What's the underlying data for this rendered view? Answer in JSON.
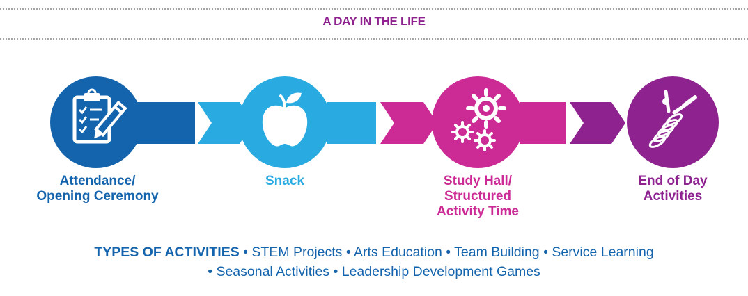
{
  "title": "A DAY IN THE LIFE",
  "colors": {
    "blue_dark": "#1464ad",
    "blue_light": "#29abe2",
    "magenta": "#cc2a95",
    "purple": "#8e2390",
    "dots": "#a3a3a3"
  },
  "steps": [
    {
      "id": "attendance",
      "icon": "clipboard-checklist-icon",
      "lines": [
        "Attendance/",
        "Opening Ceremony"
      ]
    },
    {
      "id": "snack",
      "icon": "apple-icon",
      "lines": [
        "Snack"
      ]
    },
    {
      "id": "study-hall",
      "icon": "gears-icon",
      "lines": [
        "Study Hall/",
        "Structured",
        "Activity Time"
      ]
    },
    {
      "id": "end-of-day",
      "icon": "spring-toy-icon",
      "lines": [
        "End of Day",
        "Activities"
      ]
    }
  ],
  "activities": {
    "heading": "TYPES OF ACTIVITIES",
    "line1_items": [
      "STEM Projects",
      "Arts Education",
      "Team Building",
      "Service Learning"
    ],
    "line2_items": [
      "Seasonal Activities",
      "Leadership Development Games"
    ],
    "separator": "•"
  }
}
